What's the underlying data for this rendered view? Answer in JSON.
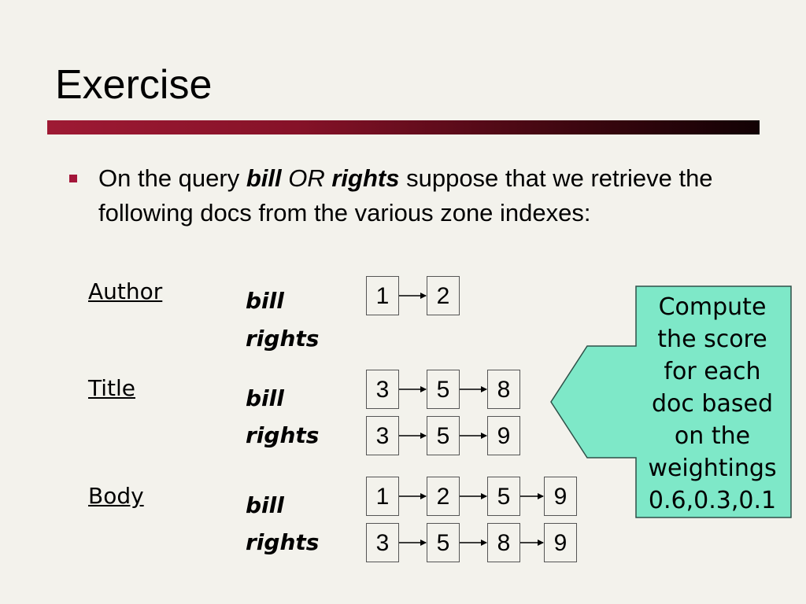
{
  "slide": {
    "title": "Exercise"
  },
  "bullet": {
    "part1": "On the query ",
    "term1": "bill",
    "op": " OR ",
    "term2": "rights",
    "part2": " suppose that we retrieve the following docs from the various zone indexes:"
  },
  "zones": [
    {
      "label": "Author",
      "rows": [
        {
          "term": "bill",
          "docs": [
            "1",
            "2"
          ]
        },
        {
          "term": "rights",
          "docs": []
        }
      ]
    },
    {
      "label": "Title",
      "rows": [
        {
          "term": "bill",
          "docs": [
            "3",
            "5",
            "8"
          ]
        },
        {
          "term": "rights",
          "docs": [
            "3",
            "5",
            "9"
          ]
        }
      ]
    },
    {
      "label": "Body",
      "rows": [
        {
          "term": "bill",
          "docs": [
            "1",
            "2",
            "5",
            "9"
          ]
        },
        {
          "term": "rights",
          "docs": [
            "3",
            "5",
            "8",
            "9"
          ]
        }
      ]
    }
  ],
  "callout": {
    "line1": "Compute",
    "line2": "the score",
    "line3": "for each",
    "line4": "doc based",
    "line5": "on the",
    "line6": "weightings",
    "line7": "0.6,0.3,0.1"
  },
  "colors": {
    "background": "#f3f2ec",
    "accent": "#a4173a",
    "callout_fill": "#7ee8c8"
  }
}
